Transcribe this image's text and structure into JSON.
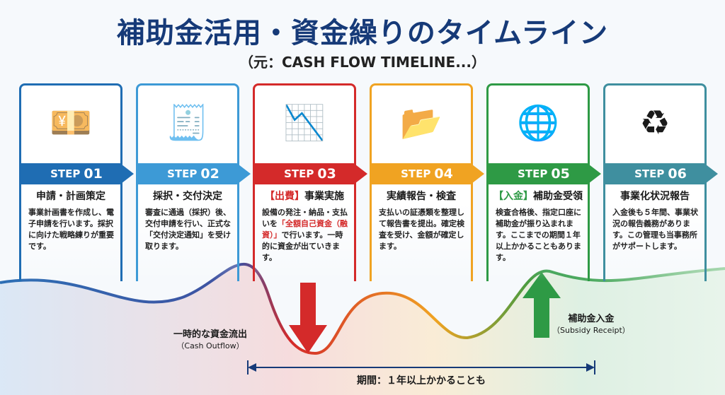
{
  "title": "補助金活用・資金繰りのタイムライン",
  "subtitle": "（元：CASH FLOW TIMELINE...）",
  "step_word": "STEP",
  "cards": [
    {
      "num": "01",
      "title": "申請・計画策定",
      "title_tag": "",
      "body": "事業計画書を作成し、電子申請を行います。採択に向けた戦略練りが重要です。",
      "color": "#1f6db3",
      "icon": "money-stack-icon",
      "glyph": "💴"
    },
    {
      "num": "02",
      "title": "採択・交付決定",
      "title_tag": "",
      "body": "審査に通過（採択）後、交付申請を行い、正式な「交付決定通知」を受け取ります。",
      "color": "#3d9ad6",
      "icon": "invoice-stamp-icon",
      "glyph": "🧾"
    },
    {
      "num": "03",
      "title": "事業実施",
      "title_tag": "【出費】",
      "body_pre": "設備の発注・納品・支払いを",
      "body_hl": "「全額自己資金（融資）」",
      "body_post": "で行います。一時的に資金が出ていきます。",
      "color": "#d42a2a",
      "icon": "declining-chart-icon",
      "glyph": "📉"
    },
    {
      "num": "04",
      "title": "実績報告・検査",
      "title_tag": "",
      "body": "支払いの証憑類を整理して報告書を提出。確定検査を受け、金額が確定します。",
      "color": "#f0a322",
      "icon": "folder-search-icon",
      "glyph": "📂"
    },
    {
      "num": "05",
      "title": "補助金受領",
      "title_tag": "【入金】",
      "body": "検査合格後、指定口座に補助金が振り込まれます。ここまでの期間１年以上かかることもあります。",
      "color": "#2e9a45",
      "icon": "globe-money-icon",
      "glyph": "🌐"
    },
    {
      "num": "06",
      "title": "事業化状況報告",
      "title_tag": "",
      "body": "入金後も５年間、事業状況の報告義務があります。この管理も当事務所がサポートします。",
      "color": "#3f8f9f",
      "icon": "cycle-chart-icon",
      "glyph": "♻"
    }
  ],
  "outflow": {
    "label": "一時的な資金流出",
    "sub": "（Cash Outflow）"
  },
  "receipt": {
    "label": "補助金入金",
    "sub": "（Subsidy Receipt）"
  },
  "period": "期間：１年以上かかることも"
}
